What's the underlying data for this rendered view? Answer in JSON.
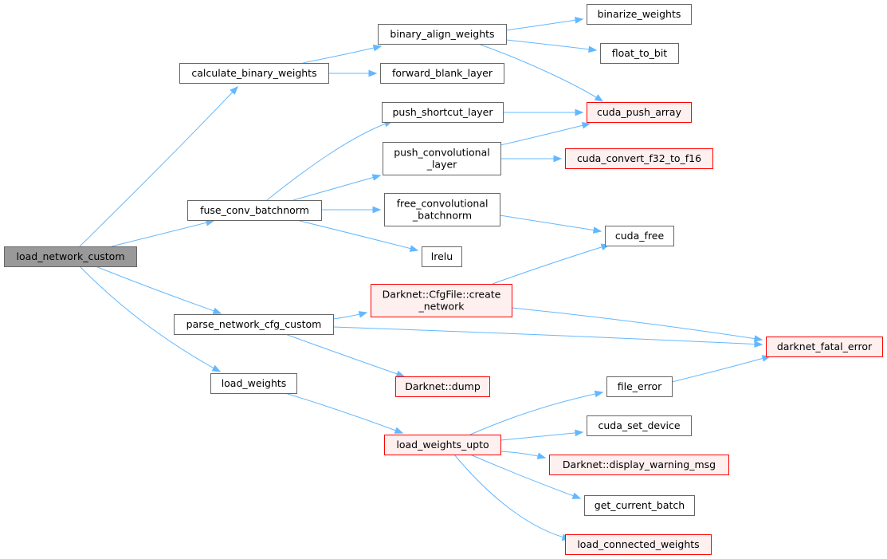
{
  "colors": {
    "root_fill": "#999999",
    "root_stroke": "#666666",
    "normal_fill": "#ffffff",
    "normal_stroke": "#666666",
    "highlight_fill": "#fff0f0",
    "highlight_stroke": "#ff0000",
    "edge": "#63b8ff"
  },
  "nodes": [
    {
      "id": "load_network_custom",
      "lines": [
        "load_network_custom"
      ],
      "style": "root"
    },
    {
      "id": "calculate_binary_weights",
      "lines": [
        "calculate_binary_weights"
      ],
      "style": "normal"
    },
    {
      "id": "fuse_conv_batchnorm",
      "lines": [
        "fuse_conv_batchnorm"
      ],
      "style": "normal"
    },
    {
      "id": "parse_network_cfg_custom",
      "lines": [
        "parse_network_cfg_custom"
      ],
      "style": "normal"
    },
    {
      "id": "load_weights",
      "lines": [
        "load_weights"
      ],
      "style": "normal"
    },
    {
      "id": "binary_align_weights",
      "lines": [
        "binary_align_weights"
      ],
      "style": "normal"
    },
    {
      "id": "forward_blank_layer",
      "lines": [
        "forward_blank_layer"
      ],
      "style": "normal"
    },
    {
      "id": "push_shortcut_layer",
      "lines": [
        "push_shortcut_layer"
      ],
      "style": "normal"
    },
    {
      "id": "push_convolutional_layer",
      "lines": [
        "push_convolutional",
        "_layer"
      ],
      "style": "normal"
    },
    {
      "id": "free_convolutional_batchnorm",
      "lines": [
        "free_convolutional",
        "_batchnorm"
      ],
      "style": "normal"
    },
    {
      "id": "lrelu",
      "lines": [
        "lrelu"
      ],
      "style": "normal"
    },
    {
      "id": "create_network",
      "lines": [
        "Darknet::CfgFile::create",
        "_network"
      ],
      "style": "highlight"
    },
    {
      "id": "dump",
      "lines": [
        "Darknet::dump"
      ],
      "style": "highlight"
    },
    {
      "id": "load_weights_upto",
      "lines": [
        "load_weights_upto"
      ],
      "style": "highlight"
    },
    {
      "id": "binarize_weights",
      "lines": [
        "binarize_weights"
      ],
      "style": "normal"
    },
    {
      "id": "float_to_bit",
      "lines": [
        "float_to_bit"
      ],
      "style": "normal"
    },
    {
      "id": "cuda_push_array",
      "lines": [
        "cuda_push_array"
      ],
      "style": "highlight"
    },
    {
      "id": "cuda_convert_f32_to_f16",
      "lines": [
        "cuda_convert_f32_to_f16"
      ],
      "style": "highlight"
    },
    {
      "id": "cuda_free",
      "lines": [
        "cuda_free"
      ],
      "style": "normal"
    },
    {
      "id": "darknet_fatal_error",
      "lines": [
        "darknet_fatal_error"
      ],
      "style": "highlight"
    },
    {
      "id": "file_error",
      "lines": [
        "file_error"
      ],
      "style": "normal"
    },
    {
      "id": "cuda_set_device",
      "lines": [
        "cuda_set_device"
      ],
      "style": "normal"
    },
    {
      "id": "display_warning_msg",
      "lines": [
        "Darknet::display_warning_msg"
      ],
      "style": "highlight"
    },
    {
      "id": "get_current_batch",
      "lines": [
        "get_current_batch"
      ],
      "style": "normal"
    },
    {
      "id": "load_connected_weights",
      "lines": [
        "load_connected_weights"
      ],
      "style": "highlight"
    }
  ],
  "edges": [
    {
      "from": "load_network_custom",
      "to": "calculate_binary_weights"
    },
    {
      "from": "load_network_custom",
      "to": "fuse_conv_batchnorm"
    },
    {
      "from": "load_network_custom",
      "to": "parse_network_cfg_custom"
    },
    {
      "from": "load_network_custom",
      "to": "load_weights"
    },
    {
      "from": "calculate_binary_weights",
      "to": "binary_align_weights"
    },
    {
      "from": "calculate_binary_weights",
      "to": "forward_blank_layer"
    },
    {
      "from": "binary_align_weights",
      "to": "binarize_weights"
    },
    {
      "from": "binary_align_weights",
      "to": "float_to_bit"
    },
    {
      "from": "binary_align_weights",
      "to": "cuda_push_array"
    },
    {
      "from": "fuse_conv_batchnorm",
      "to": "push_shortcut_layer"
    },
    {
      "from": "fuse_conv_batchnorm",
      "to": "push_convolutional_layer"
    },
    {
      "from": "fuse_conv_batchnorm",
      "to": "free_convolutional_batchnorm"
    },
    {
      "from": "fuse_conv_batchnorm",
      "to": "lrelu"
    },
    {
      "from": "push_shortcut_layer",
      "to": "cuda_push_array"
    },
    {
      "from": "push_convolutional_layer",
      "to": "cuda_push_array"
    },
    {
      "from": "push_convolutional_layer",
      "to": "cuda_convert_f32_to_f16"
    },
    {
      "from": "free_convolutional_batchnorm",
      "to": "cuda_free"
    },
    {
      "from": "parse_network_cfg_custom",
      "to": "create_network"
    },
    {
      "from": "parse_network_cfg_custom",
      "to": "darknet_fatal_error"
    },
    {
      "from": "parse_network_cfg_custom",
      "to": "dump"
    },
    {
      "from": "create_network",
      "to": "cuda_free"
    },
    {
      "from": "create_network",
      "to": "darknet_fatal_error"
    },
    {
      "from": "load_weights",
      "to": "load_weights_upto"
    },
    {
      "from": "load_weights_upto",
      "to": "file_error"
    },
    {
      "from": "load_weights_upto",
      "to": "cuda_set_device"
    },
    {
      "from": "load_weights_upto",
      "to": "display_warning_msg"
    },
    {
      "from": "load_weights_upto",
      "to": "get_current_batch"
    },
    {
      "from": "load_weights_upto",
      "to": "load_connected_weights"
    },
    {
      "from": "file_error",
      "to": "darknet_fatal_error"
    }
  ]
}
